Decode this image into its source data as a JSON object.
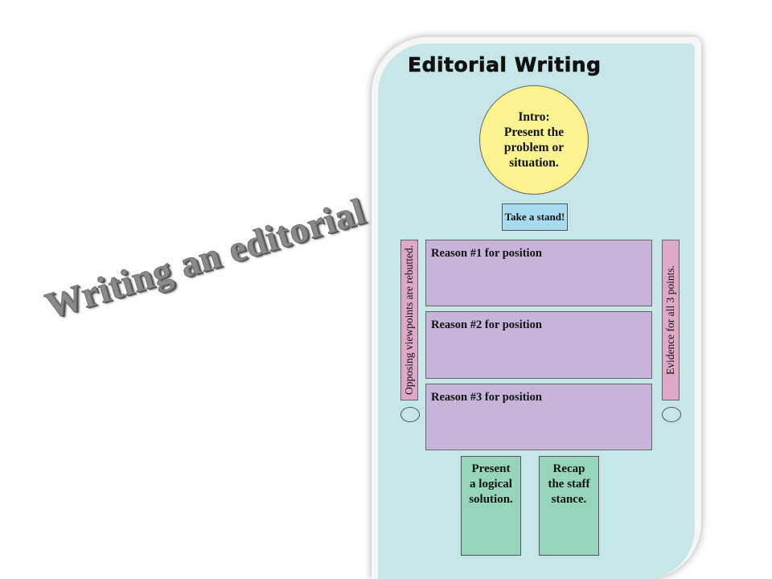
{
  "slide": {
    "title": "Writing an editorial"
  },
  "diagram": {
    "heading": "Editorial Writing",
    "intro": "Intro:\nPresent the\nproblem or\nsituation.",
    "stand": "Take a stand!",
    "reasons": [
      "Reason #1 for position",
      "Reason #2 for position",
      "Reason #3 for position"
    ],
    "left_side": "Opposing viewpoints are rebutted.",
    "right_side": "Evidence for all 3 points.",
    "solution": "Present\na logical\nsolution.",
    "recap": "Recap\nthe staff\nstance."
  },
  "colors": {
    "card_background": "#c6e6e8",
    "intro_circle": "#fbf38f",
    "stand_box": "#a8dbef",
    "reason_box": "#c8b3da",
    "side_bar": "#dda9c6",
    "bottom_box": "#96d5bb"
  }
}
